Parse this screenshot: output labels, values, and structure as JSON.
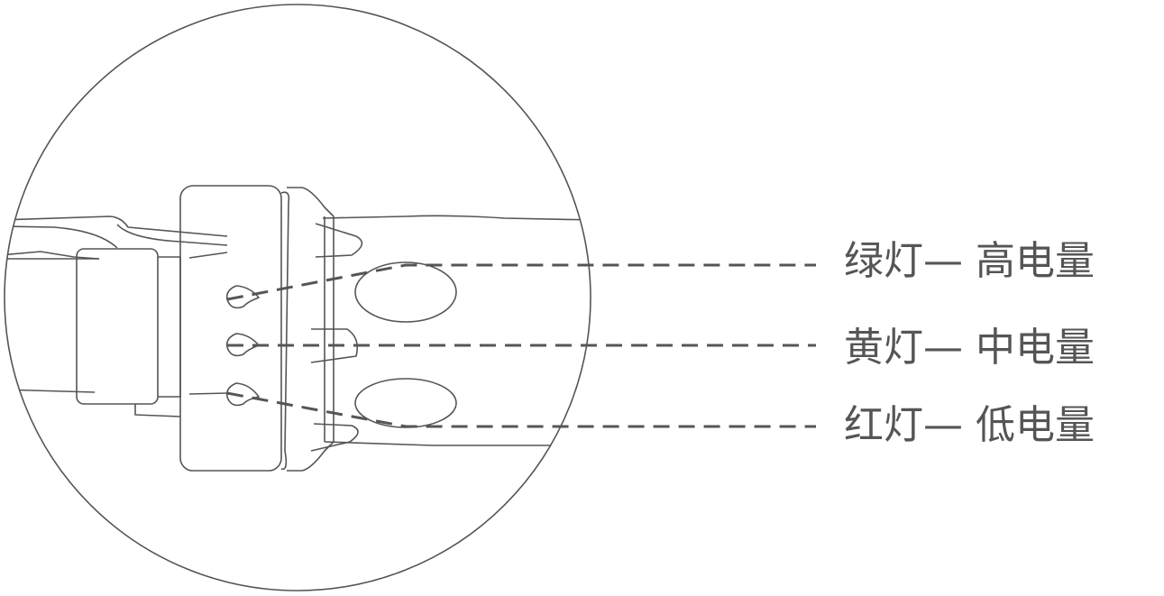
{
  "labels": [
    {
      "text": "绿灯— 高电量",
      "indicator": "green-light"
    },
    {
      "text": "黄灯— 中电量",
      "indicator": "yellow-light"
    },
    {
      "text": "红灯— 低电量",
      "indicator": "red-light"
    }
  ],
  "colors": {
    "line": "#555555",
    "text": "#555555",
    "background": "#ffffff"
  }
}
